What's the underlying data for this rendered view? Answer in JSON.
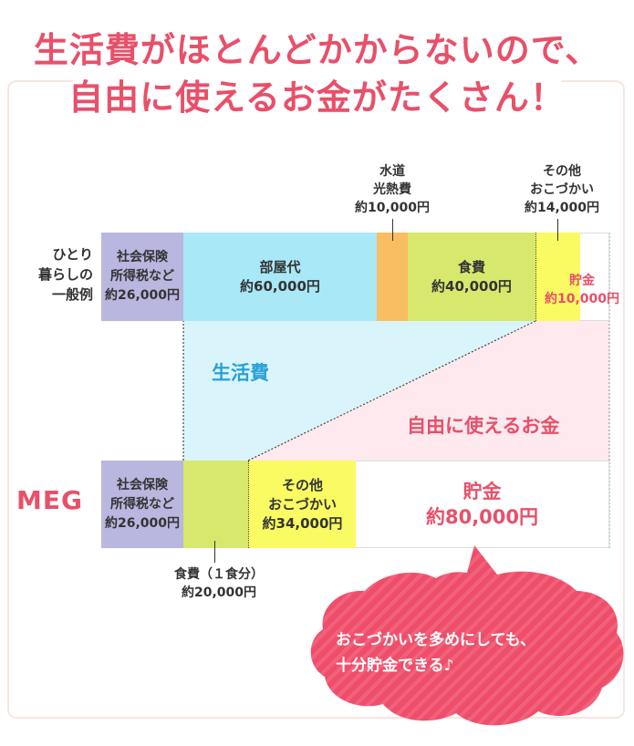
{
  "header": {
    "line1": "生活費がほとんどかからないので、",
    "line2": "自由に使えるお金がたくさん！"
  },
  "single_living": {
    "row_label": [
      "ひとり",
      "暮らしの",
      "一般例"
    ],
    "tax": [
      "社会保険",
      "所得税など",
      "約26,000円"
    ],
    "rent": [
      "部屋代",
      "約60,000円"
    ],
    "utilities": [
      "水道",
      "光熱費",
      "約10,000円"
    ],
    "food": [
      "食費",
      "約40,000円"
    ],
    "allowance": [
      "その他",
      "おこづかい",
      "約14,000円"
    ],
    "savings": [
      "貯金",
      "約10,000円"
    ]
  },
  "meg": {
    "row_label": "MEG",
    "tax": [
      "社会保険",
      "所得税など",
      "約26,000円"
    ],
    "food": [
      "食費（１食分）",
      "約20,000円"
    ],
    "allowance": [
      "その他",
      "おこづかい",
      "約34,000円"
    ],
    "savings": [
      "貯金",
      "約80,000円"
    ]
  },
  "regions": {
    "living_cost": "生活費",
    "free_money": "自由に使えるお金"
  },
  "bubble": {
    "line1": "おこづかいを多めにしても、",
    "line2": "十分貯金できる♪"
  },
  "colors": {
    "accent": "#e8506a",
    "tax": "#b9b6df",
    "rent": "#a9e8f6",
    "utilities": "#f9bd62",
    "food": "#d7e86c",
    "allowance": "#fafa62",
    "living_region": "#d9f5fb",
    "free_region": "#fde9ee",
    "living_text": "#2aa0d8",
    "bubble": "#ef4e6a"
  }
}
